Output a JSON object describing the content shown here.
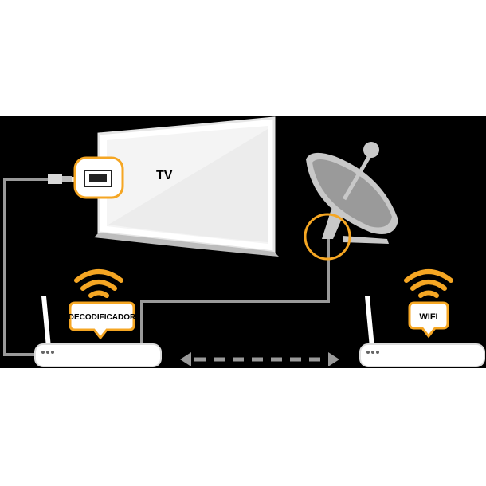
{
  "labels": {
    "tv": "TV",
    "decoder": "DECODIFICADOR",
    "wifi": "WIFI"
  },
  "colors": {
    "background": "#ffffff",
    "panel": "#000000",
    "accent": "#f5a623",
    "cable": "#9a9a9a",
    "device": "#ffffff",
    "screen_edge": "#cfcfcf"
  },
  "icons": {
    "tv": "curved-tv-icon",
    "satellite": "satellite-dish-icon",
    "decoder_router": "router-icon",
    "wifi_router": "router-icon",
    "signal": "wifi-signal-icon",
    "link": "double-arrow-dashed-icon",
    "port": "ethernet-port-icon"
  }
}
